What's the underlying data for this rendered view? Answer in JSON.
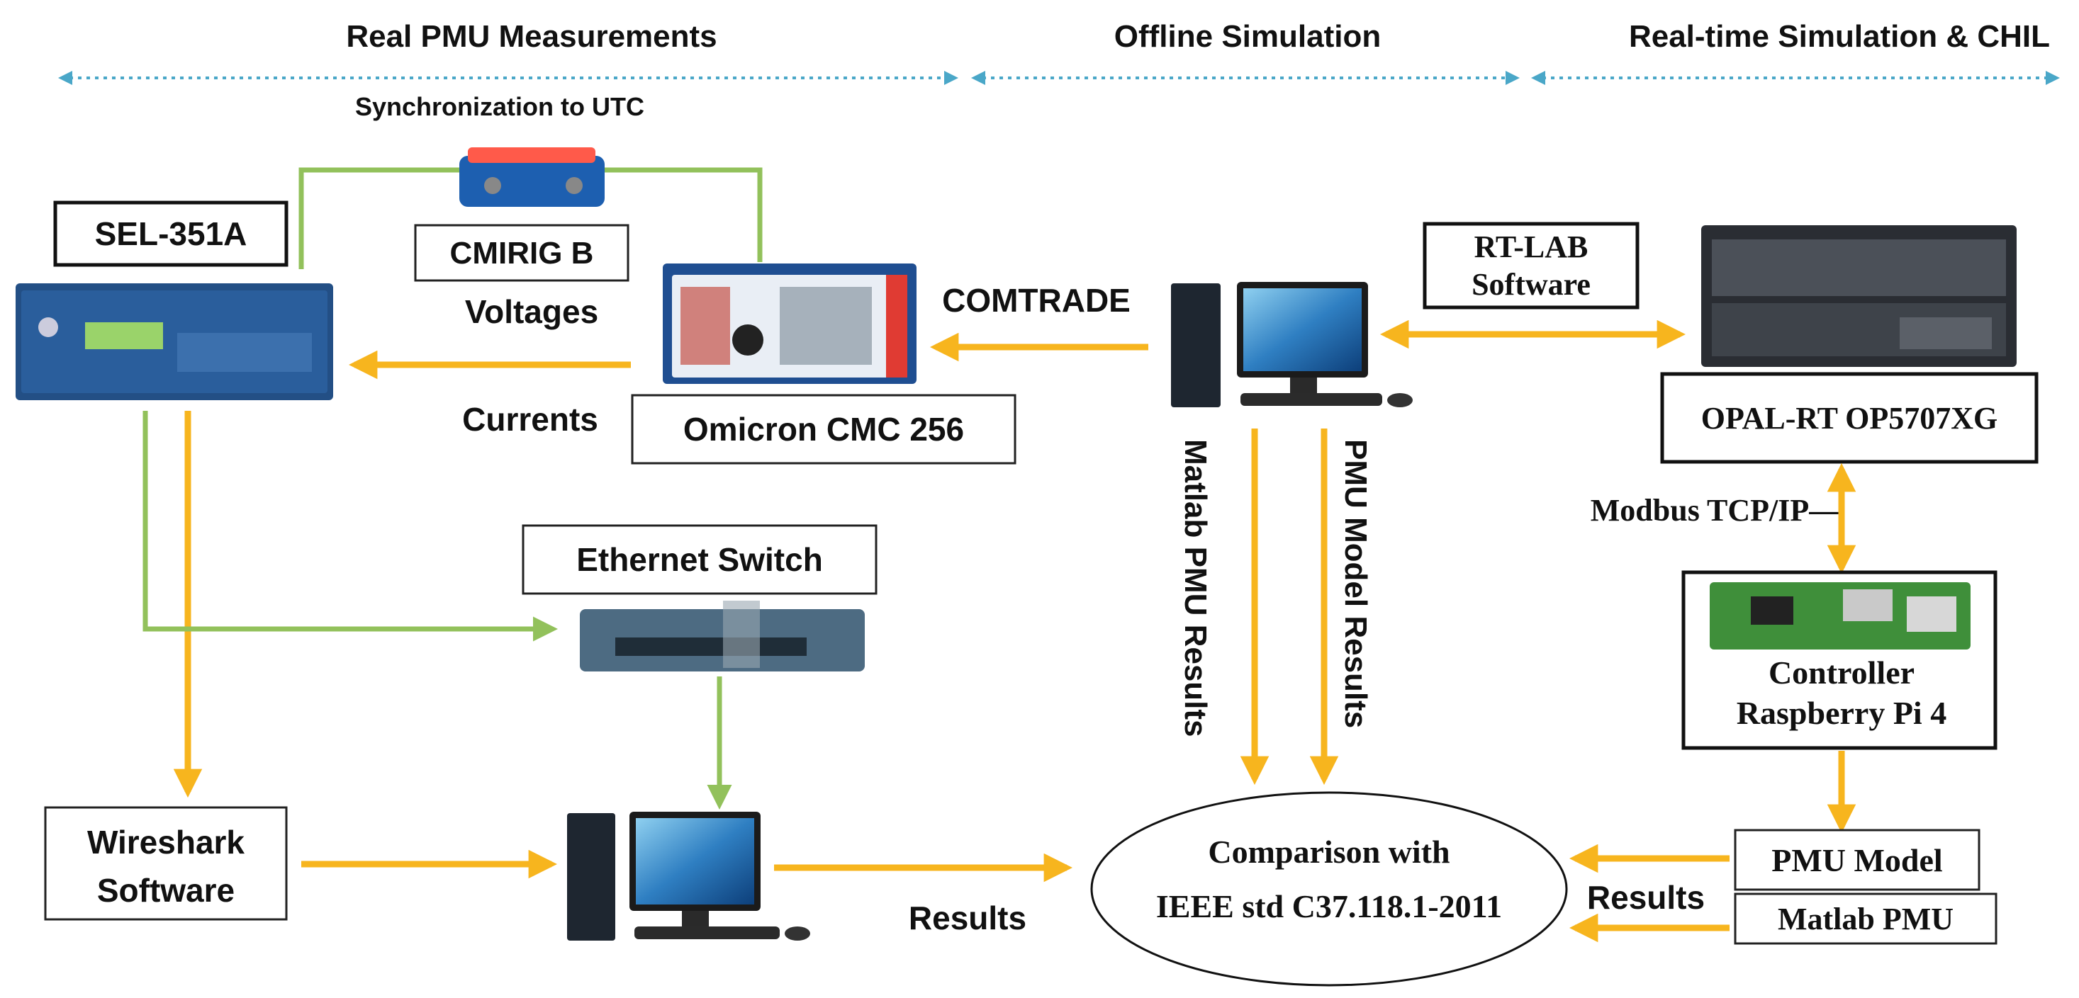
{
  "sections": {
    "real_pmu": "Real PMU Measurements",
    "offline": "Offline Simulation",
    "realtime": "Real-time Simulation & CHIL"
  },
  "labels": {
    "sync": "Synchronization to UTC",
    "sel": "SEL-351A",
    "cmirig": "CMIRIG B",
    "voltages": "Voltages",
    "currents": "Currents",
    "omicron": "Omicron CMC 256",
    "comtrade": "COMTRADE",
    "ethernet": "Ethernet Switch",
    "wireshark_1": "Wireshark",
    "wireshark_2": "Software",
    "results_left": "Results",
    "matlab_results": "Matlab PMU Results",
    "model_results": "PMU Model Results",
    "rtlab_1": "RT-LAB",
    "rtlab_2": "Software",
    "opal": "OPAL-RT OP5707XG",
    "modbus": "Modbus TCP/IP—",
    "controller_1": "Controller",
    "controller_2": "Raspberry Pi 4",
    "pmu_model": "PMU Model",
    "matlab_pmu": "Matlab PMU",
    "results_right": "Results",
    "comparison_1": "Comparison with",
    "comparison_2": "IEEE std C37.118.1-2011"
  },
  "colors": {
    "yellow_arrow": "#f7b51e",
    "green_arrow": "#92c15b",
    "dotted_arrow": "#4aa7c8"
  }
}
